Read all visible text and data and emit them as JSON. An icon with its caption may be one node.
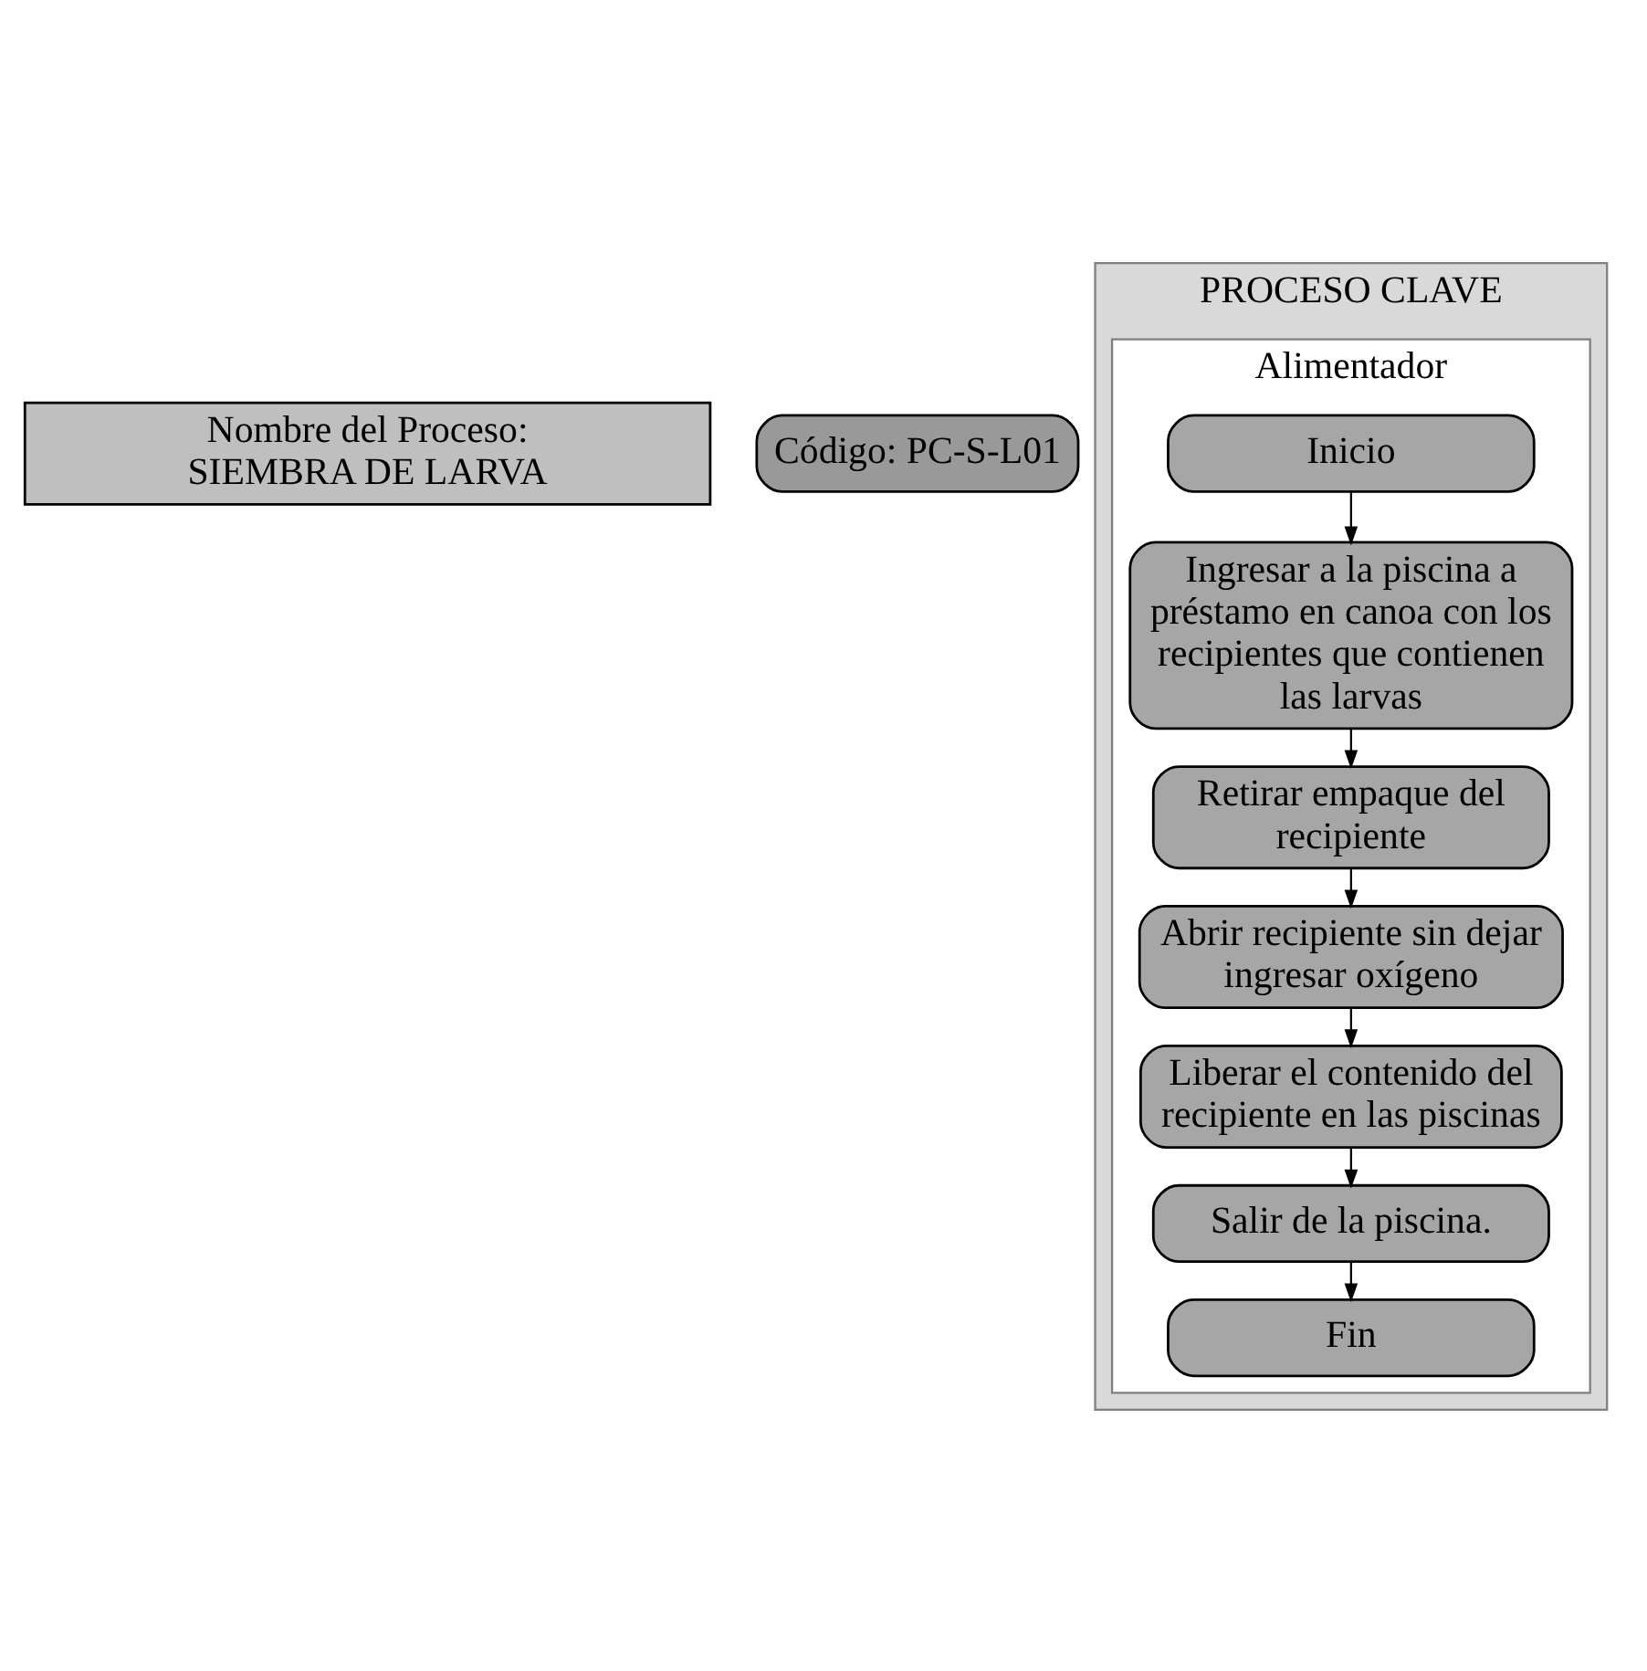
{
  "diagram": {
    "nodes": [
      {
        "text": [
          "Nombre del Proceso: SIEMBRA DE LARVA"
        ]
      },
      {
        "text": [
          "Código: PC-S-L01"
        ]
      },
      {
        "text": [
          "PROCESO CLAVE"
        ]
      },
      {
        "text": [
          "Alimentador"
        ],
        "in": 2
      },
      {
        "text": [
          "Inicio"
        ],
        "in": 3
      },
      {
        "text": [
          "Ingresar a la piscina a préstamo en canoa con los recipientes que contienen las larvas"
        ],
        "in": 3
      },
      {
        "text": [
          "Retirar empaque del recipiente"
        ],
        "in": 3
      },
      {
        "text": [
          "Abrir recipiente sin dejar ingresar oxígeno"
        ],
        "in": 3
      },
      {
        "text": [
          "Liberar el contenido del recipiente en las piscinas"
        ],
        "in": 3
      },
      {
        "text": [
          "Salir de la piscina."
        ],
        "in": 3
      },
      {
        "text": [
          "Fin"
        ],
        "in": 3
      }
    ],
    "edges": [
      {
        "from": 4,
        "to": 5,
        "arrow": "to"
      },
      {
        "from": 5,
        "to": 6,
        "arrow": "to"
      },
      {
        "from": 6,
        "to": 7,
        "arrow": "to"
      },
      {
        "from": 7,
        "to": 8,
        "arrow": "to"
      },
      {
        "from": 8,
        "to": 9,
        "arrow": "to"
      },
      {
        "from": 9,
        "to": 10,
        "arrow": "to"
      }
    ]
  }
}
